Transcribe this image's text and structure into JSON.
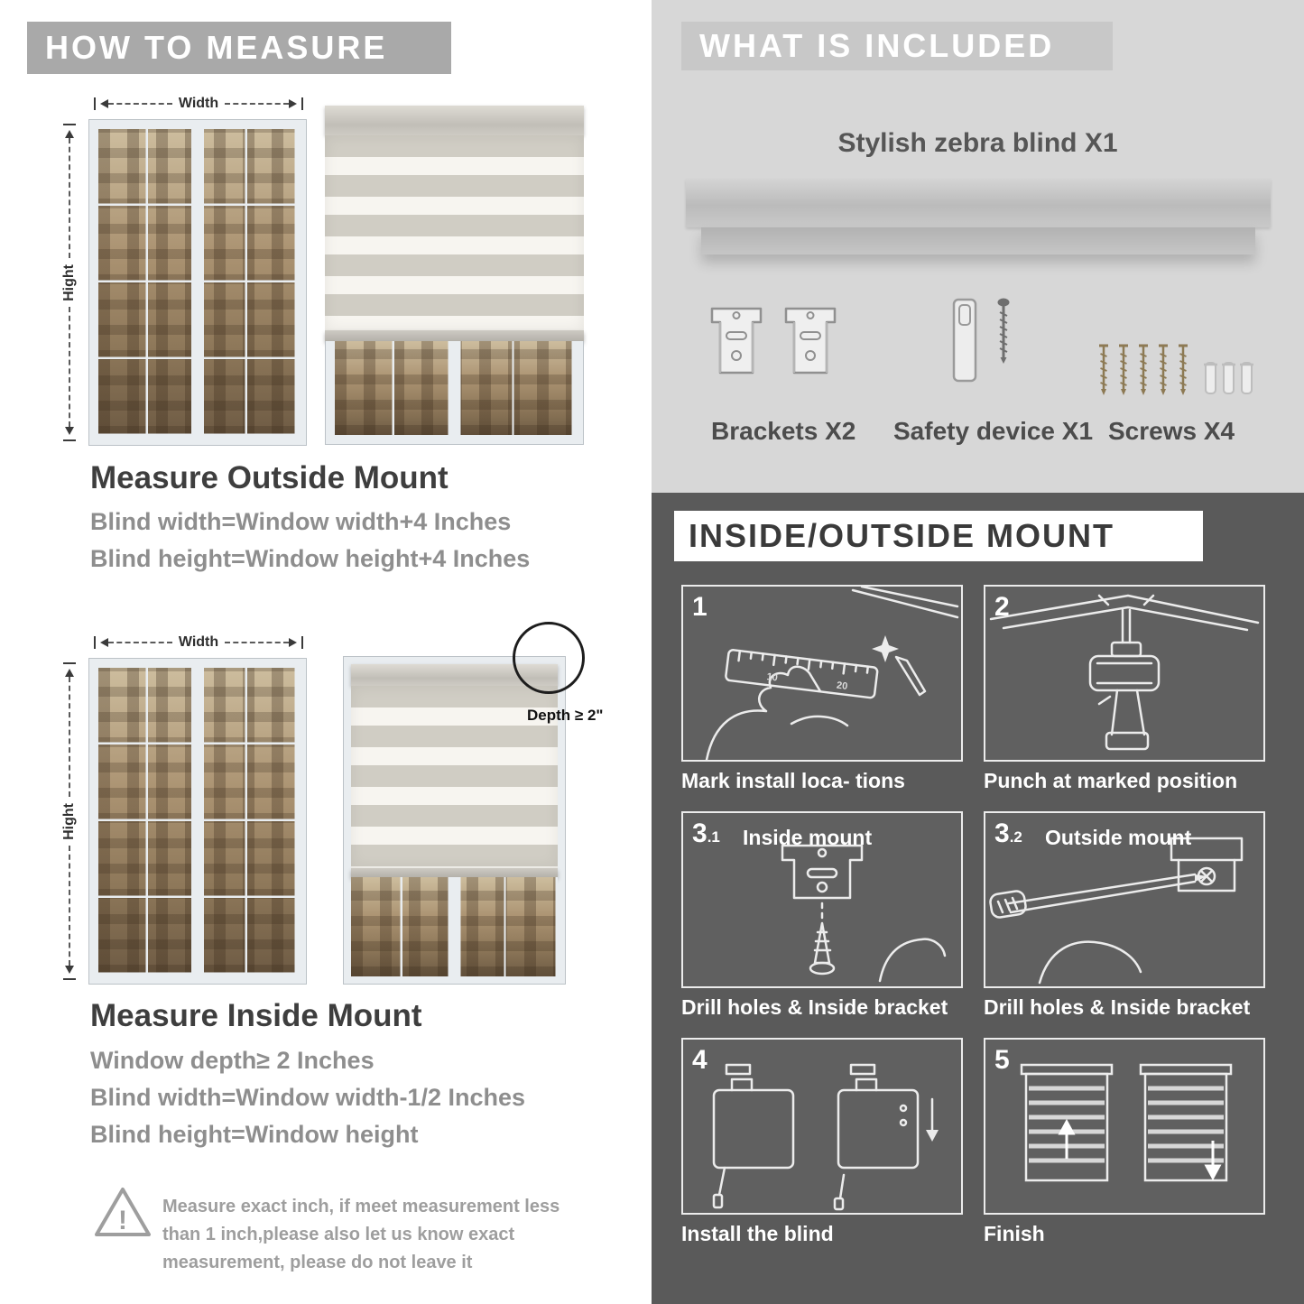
{
  "colors": {
    "left_header_bg": "#a9a9a9",
    "included_bg": "#d7d7d7",
    "included_header_bg": "#c8c8c8",
    "mount_bg": "#5a5a5a",
    "blind_stripe": "#d0cdc4",
    "blind_sheer": "#f7f5f0"
  },
  "measure": {
    "header": "HOW TO MEASURE",
    "labels": {
      "width": "Width",
      "height": "Hight"
    },
    "outside": {
      "title": "Measure Outside Mount",
      "lines": [
        "Blind width=Window width+4 Inches",
        "Blind height=Window height+4 Inches"
      ]
    },
    "inside": {
      "depth_callout": "Depth ≥ 2\"",
      "title": "Measure Inside Mount",
      "lines": [
        "Window depth≥ 2 Inches",
        "Blind width=Window width-1/2 Inches",
        "Blind height=Window height"
      ]
    },
    "warning": {
      "mark": "!",
      "text": "Measure exact inch, if meet measurement less than 1 inch,please also let us know exact measurement, please do not leave it"
    }
  },
  "included": {
    "header": "WHAT IS INCLUDED",
    "product": "Stylish zebra blind X1",
    "items": [
      {
        "label": "Brackets X2"
      },
      {
        "label": "Safety device X1"
      },
      {
        "label": "Screws X4"
      }
    ]
  },
  "mount": {
    "header": "INSIDE/OUTSIDE MOUNT",
    "ruler_numbers": [
      "10",
      "20"
    ],
    "steps": [
      {
        "num": "1",
        "sub": "",
        "title": "",
        "caption": "Mark install loca- tions"
      },
      {
        "num": "2",
        "sub": "",
        "title": "",
        "caption": "Punch at  marked position"
      },
      {
        "num": "3",
        "sub": ".1",
        "title": "Inside mount",
        "caption": "Drill holes &  Inside bracket"
      },
      {
        "num": "3",
        "sub": ".2",
        "title": "Outside mount",
        "caption": "Drill holes &  Inside bracket"
      },
      {
        "num": "4",
        "sub": "",
        "title": "",
        "caption": "Install the blind"
      },
      {
        "num": "5",
        "sub": "",
        "title": "",
        "caption": "Finish"
      }
    ]
  }
}
